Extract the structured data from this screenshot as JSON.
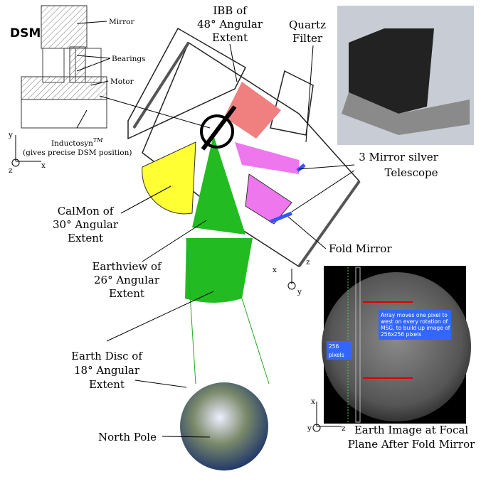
{
  "dsm": {
    "title": "DSM",
    "mirror": "Mirror",
    "bearings": "Bearings",
    "motor": "Motor",
    "inductosyn": "Inductosyn",
    "tm": "TM",
    "inductosyn_note": "(gives precise DSM position)"
  },
  "labels": {
    "ibb": [
      "IBB of",
      "48° Angular",
      "Extent"
    ],
    "quartz": [
      "Quartz",
      "Filter"
    ],
    "telescope": [
      "3 Mirror silver",
      "Telescope"
    ],
    "calmon": [
      "CalMon of",
      "30° Angular",
      "Extent"
    ],
    "earthview": [
      "Earthview of",
      "26° Angular",
      "Extent"
    ],
    "earthdisc": [
      "Earth Disc of",
      "18° Angular",
      "Extent"
    ],
    "north_pole": "North Pole",
    "fold_mirror": "Fold Mirror",
    "earth_image": [
      "Earth Image at Focal",
      "Plane After Fold Mirror"
    ]
  },
  "earth_image": {
    "array_note": [
      "Array moves one pixel to",
      "west on every rotation of",
      "MSG, to build up image of",
      "256x256 pixels"
    ],
    "pixels_note": [
      "256",
      "pixels"
    ]
  },
  "axes": {
    "x": "x",
    "y": "y",
    "z": "z"
  },
  "colors": {
    "calmon": "#ffff33",
    "earthview": "#22bb22",
    "ibb": "#f08080",
    "telescope": "#ee77ee",
    "fold_mirror": "#3355ff"
  }
}
